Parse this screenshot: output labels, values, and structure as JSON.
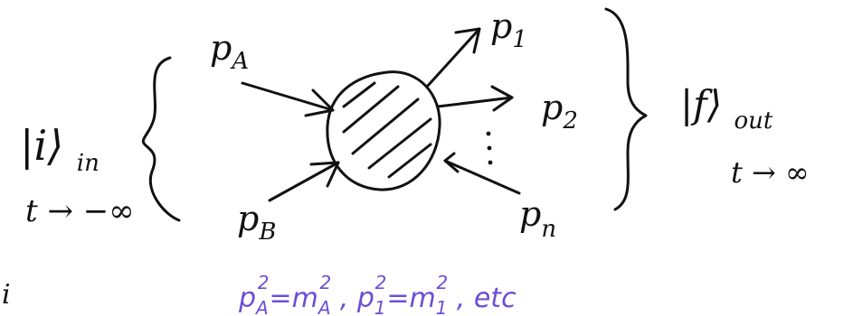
{
  "initial_state": {
    "ket": "|i⟩",
    "subscript": "in",
    "time_limit": "t → −∞"
  },
  "incoming": {
    "a": {
      "label": "p",
      "sub": "A"
    },
    "b": {
      "label": "p",
      "sub": "B"
    }
  },
  "outgoing": {
    "p1": {
      "label": "p",
      "sub": "1"
    },
    "p2": {
      "label": "p",
      "sub": "2"
    },
    "pn": {
      "label": "p",
      "sub": "n"
    }
  },
  "final_state": {
    "ket": "|f⟩",
    "subscript": "out",
    "time_limit": "t → ∞"
  },
  "constraint": {
    "part1": "p",
    "part1_sub": "A",
    "part1_sup": "2",
    "eq1": "=",
    "part2": "m",
    "part2_sub": "A",
    "part2_sup": "2",
    "sep": " ,  ",
    "part3": "p",
    "part3_sub": "1",
    "part3_sup": "2",
    "eq2": "=",
    "part4": "m",
    "part4_sub": "1",
    "part4_sup": "2",
    "tail": " , etc"
  },
  "margin_mark": "i",
  "colors": {
    "ink": "#111111",
    "annotation": "#6b4fd6"
  }
}
